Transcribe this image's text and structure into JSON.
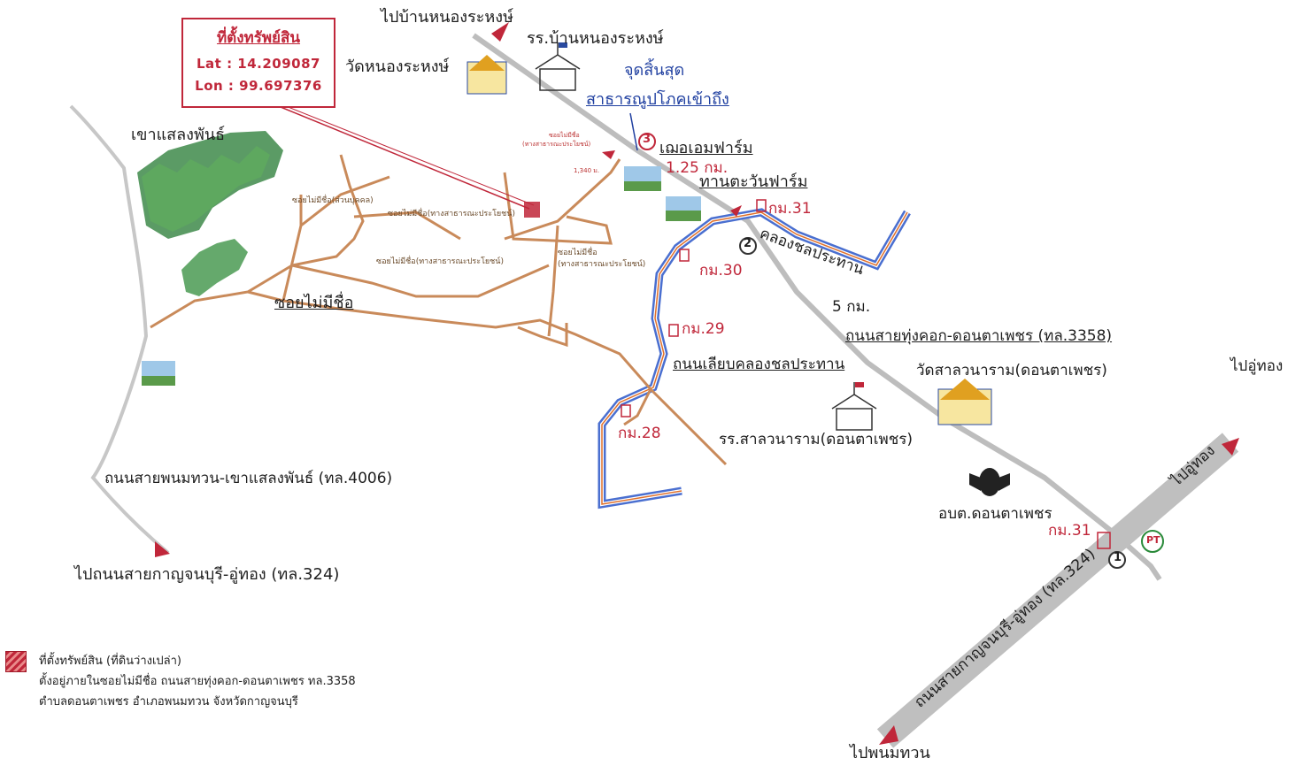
{
  "property_box": {
    "title": "ที่ตั้งทรัพย์สิน",
    "lat": "Lat : 14.209087",
    "lon": "Lon : 99.697376"
  },
  "labels": {
    "to_nong_rahong": "ไปบ้านหนองระหงษ์",
    "school_nong_rahong": "รร.บ้านหนองระหงษ์",
    "wat_nong_rahong": "วัดหนองระหงษ์",
    "end_point_1": "จุดสิ้นสุด",
    "end_point_2": "สาธารณูปโภคเข้าถึง",
    "khao_saeng_phan": "เขาแสลงพันธ์",
    "farm_1": "เฌอเอมฟาร์ม",
    "dist_125": "1.25 กม.",
    "farm_2": "ทานตะวันฟาร์ม",
    "km31_top": "กม.31",
    "canal": "คลองชลประทาน",
    "km30": "กม.30",
    "dist_5": "5 กม.",
    "km29": "กม.29",
    "road_3358": "ถนนสายทุ่งคอก-ดอนตาเพชร (ทล.3358)",
    "canal_road": "ถนนเลียบคลองชลประทาน",
    "wat_salawanaram": "วัดสาลวนาราม(ดอนตาเพชร)",
    "to_u_thong_top": "ไปอู่ทอง",
    "school_salawanaram": "รร.สาลวนาราม(ดอนตาเพชร)",
    "km28": "กม.28",
    "soi_no_name_main": "ซอยไม่มีชื่อ",
    "road_4006": "ถนนสายพนมทวน-เขาแสลงพันธ์ (ทล.4006)",
    "to_road_324": "ไปถนนสายกาญจนบุรี-อู่ทอง (ทล.324)",
    "sao_don_ta_phet": "อบต.ดอนตาเพชร",
    "km31_bottom": "กม.31",
    "to_u_thong_diag": "ไปอู่ทอง",
    "road_324_diag": "ถนนสายกาญจนบุรี-อู่ทอง (ทล.324)",
    "to_phanom_thuan": "ไปพนมทวน",
    "dist_1340": "1,340 ม.",
    "soi_small_1": "ซอยไม่มีชื่อ(ส่วนบุคคล)",
    "soi_small_2": "ซอยไม่มีชื่อ(ทางสาธารณะประโยชน์)",
    "soi_small_3": "ซอยไม่มีชื่อ(ทางสาธารณะประโยชน์)",
    "soi_small_4a": "ซอยไม่มีชื่อ",
    "soi_small_4b": "(ทางสาธารณะประโยชน์)",
    "soi_small_5a": "ซอยไม่มีชื่อ",
    "soi_small_5b": "(ทางสาธารณะประโยชน์)",
    "marker_1": "1",
    "marker_2": "2",
    "marker_3": "3",
    "pt_logo": "PT"
  },
  "legend": {
    "line1": "ที่ตั้งทรัพย์สิน (ที่ดินว่างเปล่า)",
    "line2": "ตั้งอยู่ภายในซอยไม่มีชื่อ ถนนสายทุ่งคอก-ดอนตาเพชร ทล.3358",
    "line3": "ตำบลดอนตาเพชร อำเภอพนมทวน จังหวัดกาญจนบุรี"
  },
  "colors": {
    "accent_red": "#c0273a",
    "local_road": "#c98a5a",
    "highway_gray": "#b8b8b8",
    "canal_blue": "#4a6fd0",
    "canal_orange": "#e0702a",
    "label_blue": "#1f3fa0"
  }
}
